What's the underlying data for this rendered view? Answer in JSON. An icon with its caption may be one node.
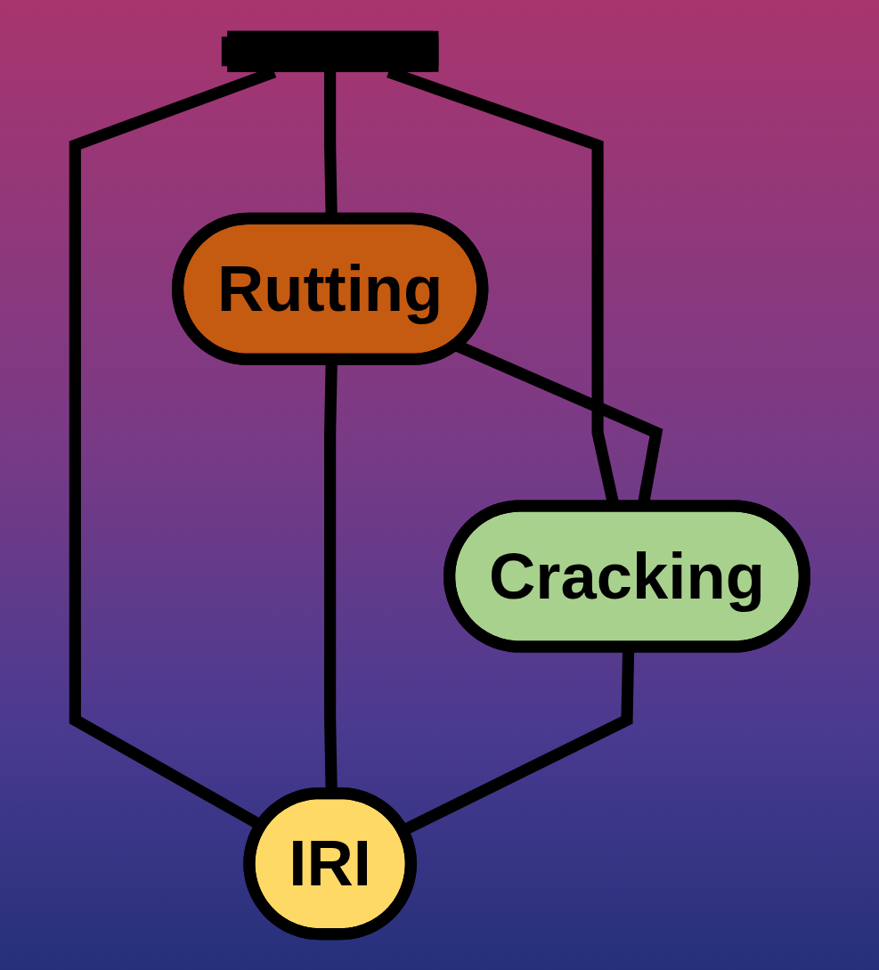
{
  "diagram": {
    "nodes": [
      {
        "text": [],
        "shape": "bar"
      },
      {
        "text": [
          "Rutting"
        ]
      },
      {
        "text": [
          "Cracking"
        ]
      },
      {
        "text": [
          "IRI"
        ]
      }
    ],
    "edges": [
      {
        "from": 0,
        "to": 3,
        "arrow": "none"
      },
      {
        "from": 0,
        "to": 1,
        "arrow": "none"
      },
      {
        "from": 0,
        "to": 2,
        "arrow": "none"
      },
      {
        "from": 1,
        "to": 2,
        "arrow": "none"
      },
      {
        "from": 1,
        "to": 3,
        "arrow": "none"
      },
      {
        "from": 2,
        "to": 3,
        "arrow": "none"
      }
    ]
  }
}
